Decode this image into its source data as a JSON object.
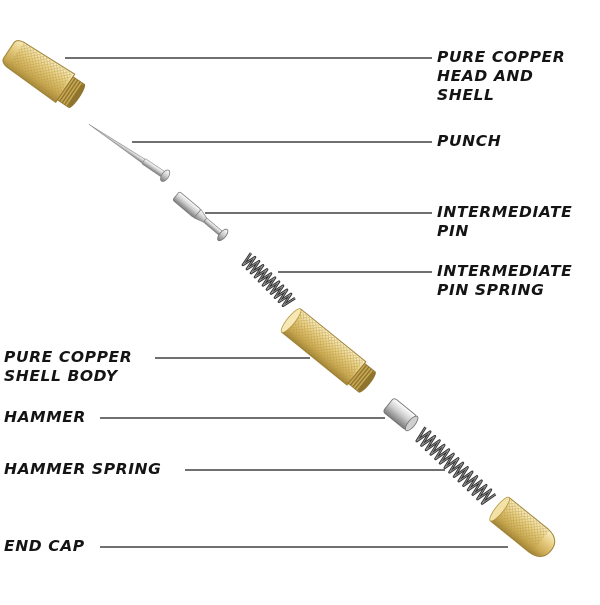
{
  "labels": {
    "head_shell": [
      "PURE COPPER",
      "HEAD AND",
      "SHELL"
    ],
    "punch": [
      "PUNCH"
    ],
    "intermediate_pin": [
      "INTERMEDIATE",
      "PIN"
    ],
    "intermediate_pin_spring": [
      "INTERMEDIATE",
      "PIN SPRING"
    ],
    "shell_body": [
      "PURE COPPER",
      "SHELL BODY"
    ],
    "hammer": [
      "HAMMER"
    ],
    "hammer_spring": [
      "HAMMER SPRING"
    ],
    "end_cap": [
      "END CAP"
    ]
  },
  "colors": {
    "brass_light": "#f3e1a6",
    "brass_mid": "#d9bd69",
    "brass_dark": "#a98c3c",
    "steel_light": "#f2f2f2",
    "steel_dark": "#7d7d7d",
    "spring": "#2e2e2e",
    "leader_line": "#1a1a1a",
    "text": "#141414"
  }
}
